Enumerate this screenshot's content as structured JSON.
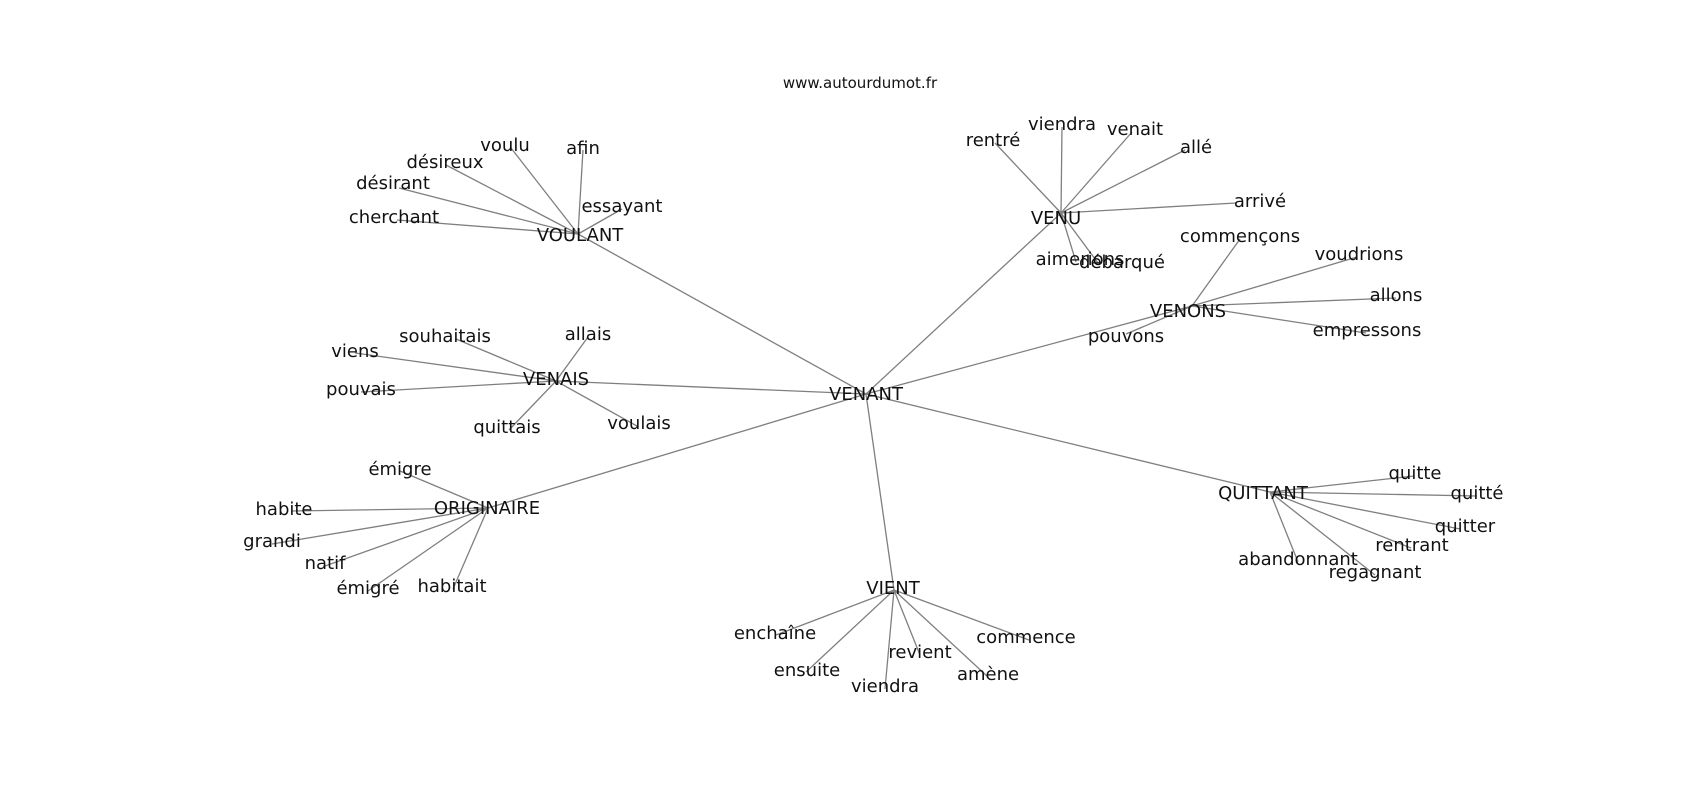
{
  "source": "www.autourdumot.fr",
  "colors": {
    "edge": "#7f7f7f",
    "text": "#111111",
    "background": "#ffffff"
  },
  "graph": {
    "center": "VENANT",
    "hubs": [
      {
        "id": "VOULANT",
        "label": "VOULANT",
        "leaves": [
          "cherchant",
          "désirant",
          "désireux",
          "voulu",
          "afin",
          "essayant"
        ]
      },
      {
        "id": "VENU",
        "label": "VENU",
        "leaves": [
          "rentré",
          "viendra",
          "venait",
          "allé",
          "arrivé",
          "aimerions",
          "débarqué"
        ]
      },
      {
        "id": "VENONS",
        "label": "VENONS",
        "leaves": [
          "commençons",
          "voudrions",
          "allons",
          "empressons",
          "pouvons"
        ]
      },
      {
        "id": "VENAIS",
        "label": "VENAIS",
        "leaves": [
          "viens",
          "souhaitais",
          "allais",
          "pouvais",
          "quittais",
          "voulais"
        ]
      },
      {
        "id": "ORIGINAIRE",
        "label": "ORIGINAIRE",
        "leaves": [
          "émigre",
          "habite",
          "grandi",
          "natif",
          "émigré",
          "habitait"
        ]
      },
      {
        "id": "VIENT",
        "label": "VIENT",
        "leaves": [
          "enchaîne",
          "ensuite",
          "viendra",
          "revient",
          "amène",
          "commence"
        ]
      },
      {
        "id": "QUITTANT",
        "label": "QUITTANT",
        "leaves": [
          "quitte",
          "quitté",
          "quitter",
          "rentrant",
          "regagnant",
          "abandonnant"
        ]
      }
    ]
  }
}
